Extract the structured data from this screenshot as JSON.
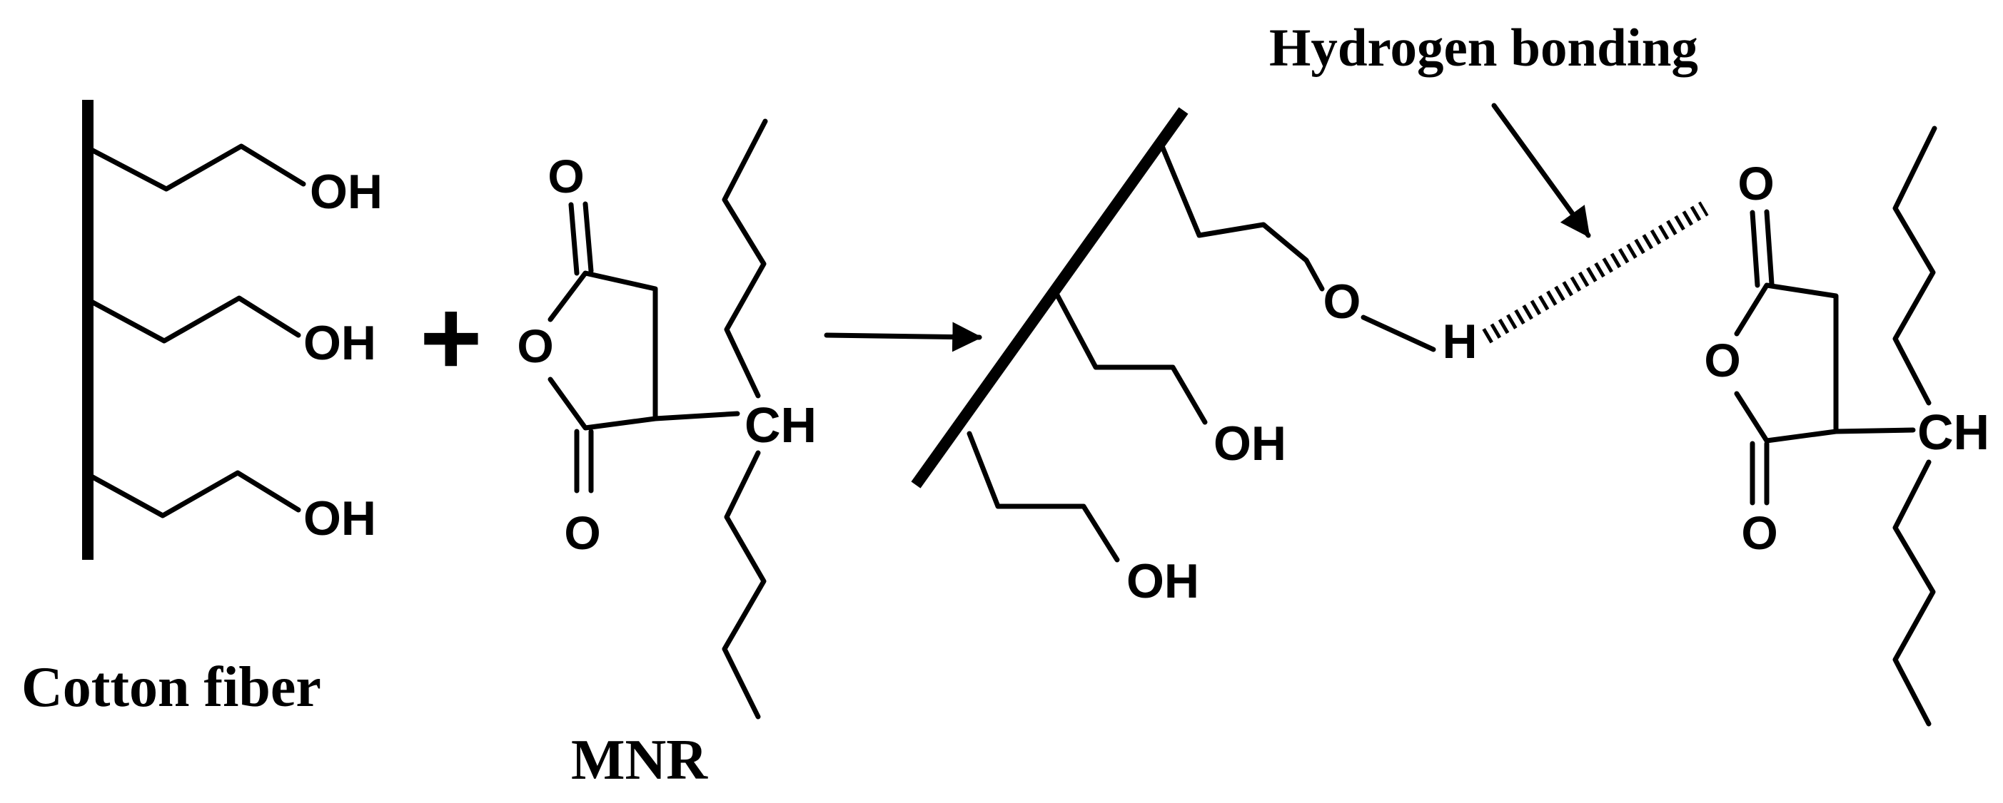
{
  "labels": {
    "hydrogen_bonding": "Hydrogen bonding",
    "cotton_fiber": "Cotton fiber",
    "mnr": "MNR",
    "plus": "+"
  },
  "atoms": {
    "oh": "OH",
    "o": "O",
    "h": "H",
    "ch": "CH"
  }
}
